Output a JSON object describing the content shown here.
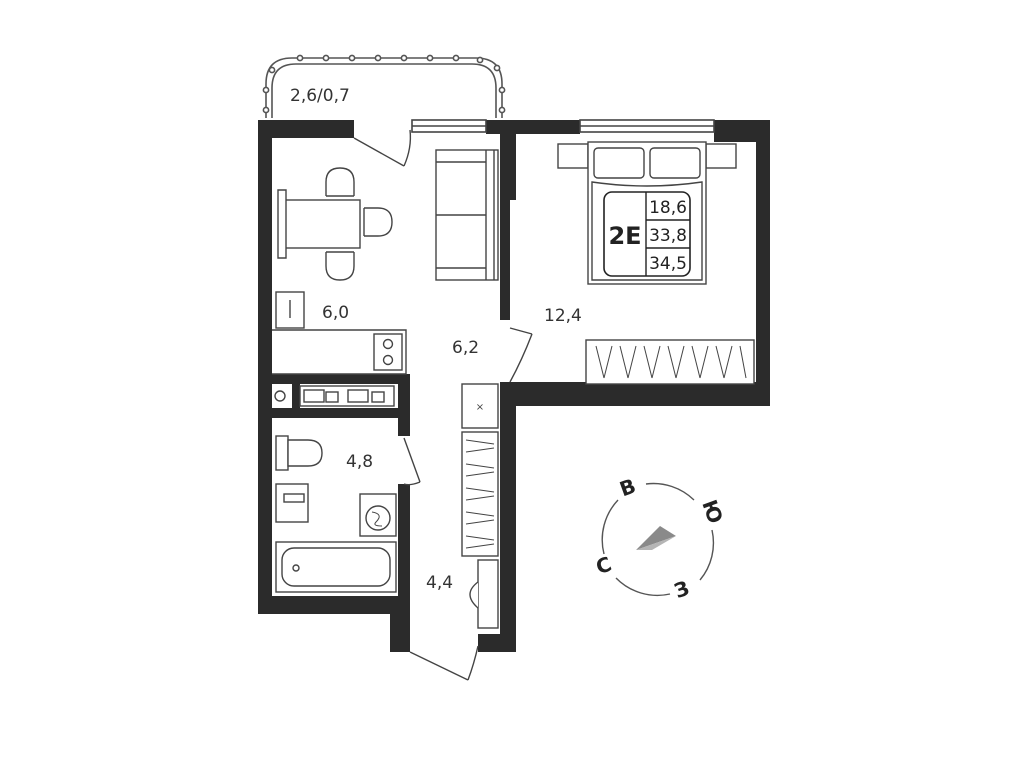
{
  "rooms": {
    "balcony": "2,6/0,7",
    "kitchen": "6,0",
    "hall": "6,2",
    "bedroom": "12,4",
    "bathroom": "4,8",
    "corridor": "4,4"
  },
  "apartment_card": {
    "type": "2E",
    "living_area": "18,6",
    "total_area": "33,8",
    "total_area_with_balcony": "34,5"
  },
  "compass": {
    "north": "С",
    "east": "В",
    "south": "Ю",
    "west": "З"
  },
  "colors": {
    "wall": "#2b2b2b",
    "line": "#444444",
    "compass_arrow": "#8a8a8a"
  }
}
